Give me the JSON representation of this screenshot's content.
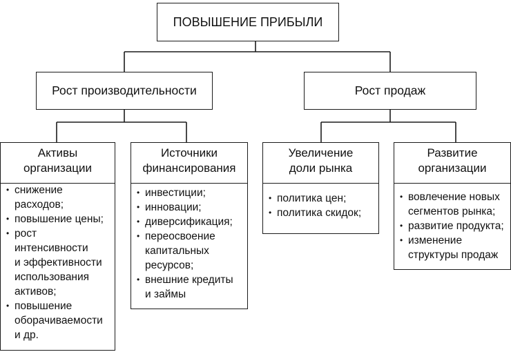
{
  "root": {
    "title": "ПОВЫШЕНИЕ ПРИБЫЛИ"
  },
  "branches": [
    {
      "label": "Рост производительности"
    },
    {
      "label": "Рост продаж"
    }
  ],
  "leaves": [
    {
      "title": [
        "Активы",
        "организации"
      ],
      "items": [
        [
          "снижение",
          "расходов;"
        ],
        [
          "повышение цены;"
        ],
        [
          "рост",
          "интенсивности",
          "и эффективности",
          "использования",
          "активов;"
        ],
        [
          "повышение",
          "оборачиваемости",
          "и др."
        ]
      ]
    },
    {
      "title": [
        "Источники",
        "финансирования"
      ],
      "items": [
        [
          "инвестиции;"
        ],
        [
          "инновации;"
        ],
        [
          "диверсификация;"
        ],
        [
          "переосвоение",
          "капитальных",
          "ресурсов;"
        ],
        [
          "внешние кредиты",
          "и займы"
        ]
      ]
    },
    {
      "title": [
        "Увеличение",
        "доли рынка"
      ],
      "items": [
        [
          "политика цен;"
        ],
        [
          "политика скидок;"
        ]
      ]
    },
    {
      "title": [
        "Развитие",
        "организации"
      ],
      "items": [
        [
          "вовлечение новых",
          "сегментов рынка;"
        ],
        [
          "развитие продукта;"
        ],
        [
          "изменение",
          "структуры продаж"
        ]
      ]
    }
  ]
}
